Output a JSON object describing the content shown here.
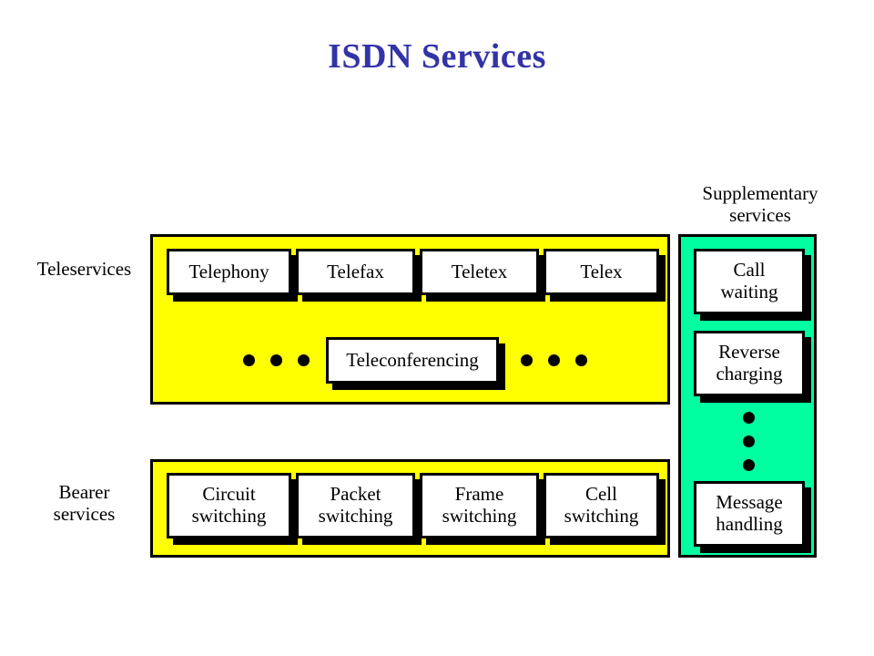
{
  "slide": {
    "title": "ISDN Services",
    "title_color": "#3333a8",
    "background": "#ffffff"
  },
  "groups": {
    "teleservices": {
      "label": "Teleservices",
      "fill_color": "#ffff00",
      "primary_boxes": [
        {
          "label": "Telephony"
        },
        {
          "label": "Telefax"
        },
        {
          "label": "Teletex"
        },
        {
          "label": "Telex"
        }
      ],
      "secondary_box": {
        "label": "Teleconferencing"
      },
      "ellipsis_left": "3 dots",
      "ellipsis_right": "3 dots"
    },
    "bearer": {
      "label": "Bearer\nservices",
      "fill_color": "#ffff00",
      "boxes": [
        {
          "label": "Circuit\nswitching"
        },
        {
          "label": "Packet\nswitching"
        },
        {
          "label": "Frame\nswitching"
        },
        {
          "label": "Cell\nswitching"
        }
      ]
    },
    "supplementary": {
      "label": "Supplementary\nservices",
      "fill_color": "#00ffa0",
      "boxes_top": [
        {
          "label": "Call\nwaiting"
        },
        {
          "label": "Reverse\ncharging"
        }
      ],
      "ellipsis_vertical": "3 dots",
      "boxes_bottom": [
        {
          "label": "Message\nhandling"
        }
      ]
    }
  }
}
